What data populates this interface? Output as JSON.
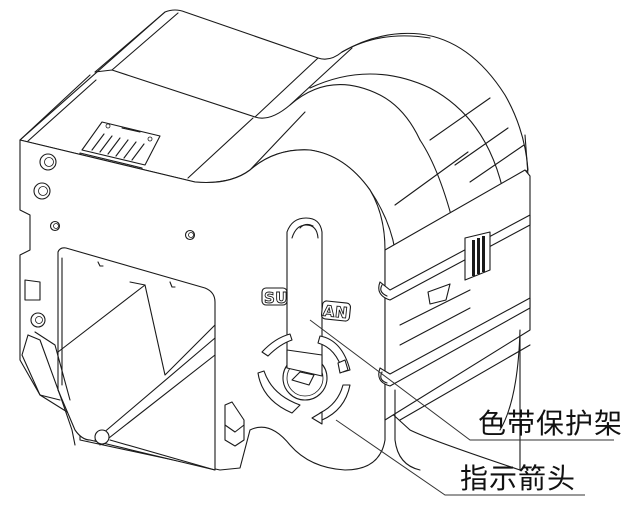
{
  "figure": {
    "subject": "ribbon-cartridge-isometric-line-drawing",
    "brand_mark": "SUMAN",
    "line_color": "#1a1a1a",
    "background": "#ffffff"
  },
  "callouts": [
    {
      "label": "色带保护架",
      "target": "ribbon-protection-frame"
    },
    {
      "label": "指示箭头",
      "target": "indicator-arrow"
    }
  ]
}
